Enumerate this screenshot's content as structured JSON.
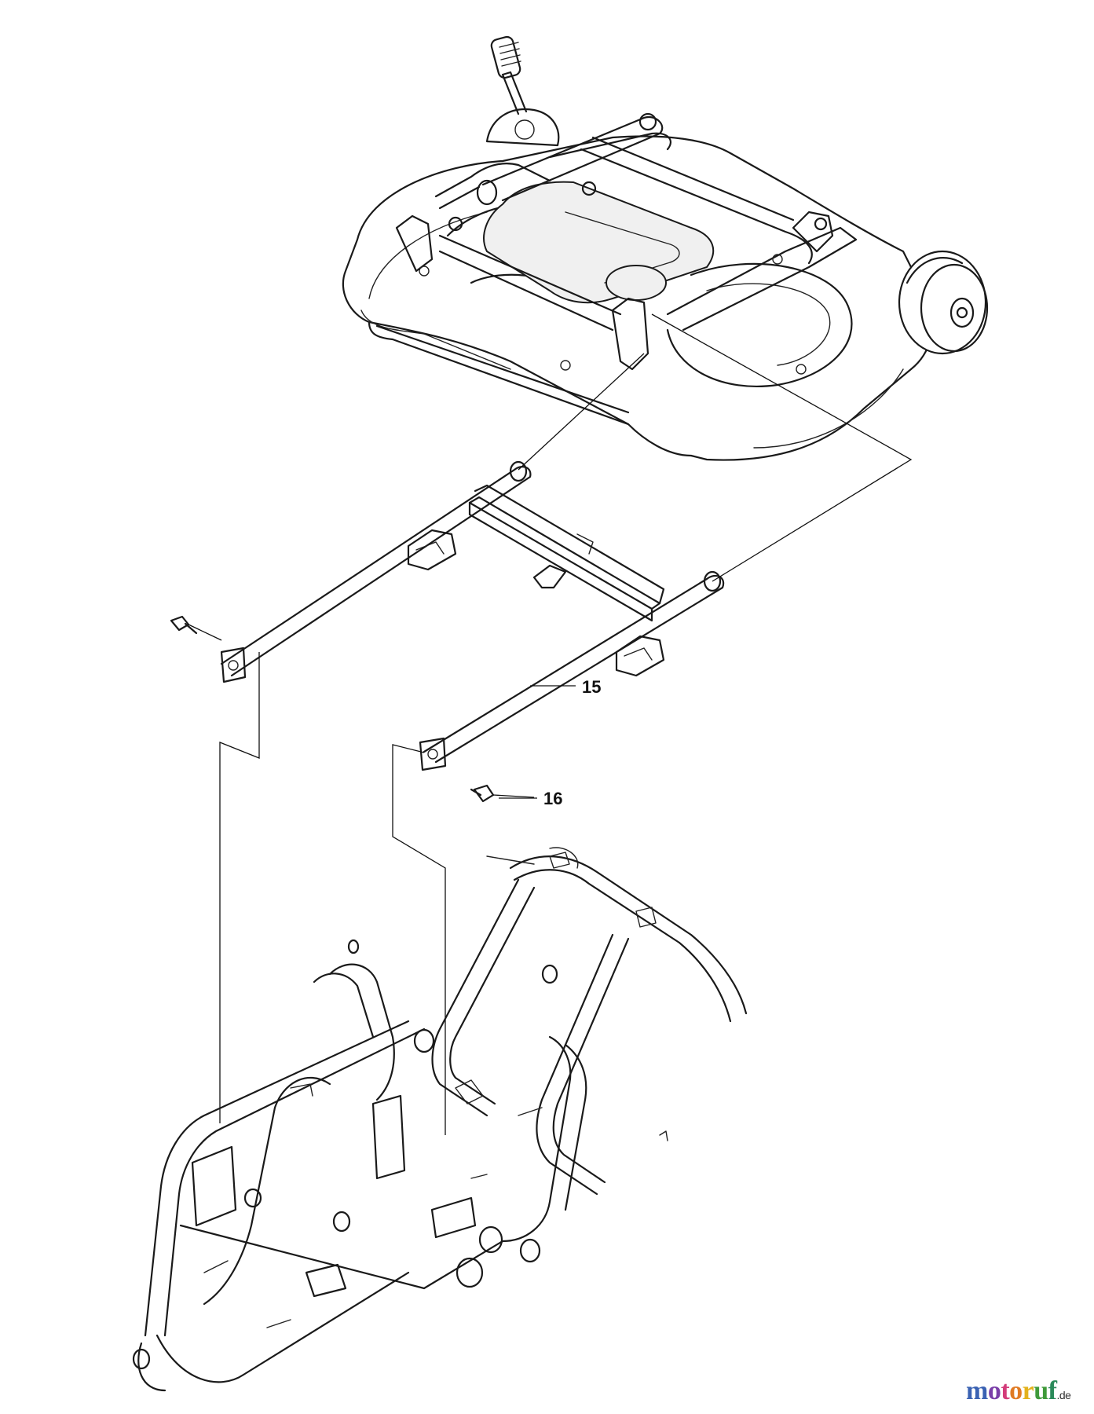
{
  "diagram": {
    "callouts": [
      {
        "id": "15",
        "label": "15"
      },
      {
        "id": "16",
        "label": "16"
      }
    ]
  },
  "watermark": {
    "letters": [
      "m",
      "o",
      "t",
      "o",
      "r",
      "u",
      "f"
    ],
    "tld": ".de",
    "colors": [
      "#3a62b3",
      "#7a3ea8",
      "#d33c7a",
      "#e07a22",
      "#e3b21c",
      "#3f9a3a",
      "#2a8a5a"
    ]
  }
}
